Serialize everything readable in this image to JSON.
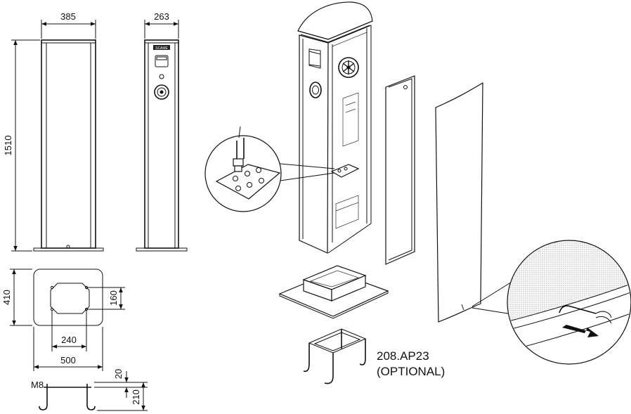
{
  "dimensions": {
    "front_width": "385",
    "side_depth": "263",
    "height": "1510",
    "base_depth": "410",
    "hole_spacing_y": "160",
    "hole_spacing_x": "240",
    "base_width": "500",
    "anchor_top": "20",
    "anchor_depth": "210",
    "anchor_thread": "M8"
  },
  "brand_mark": "SCAME",
  "accessory": {
    "code": "208.AP23",
    "note": "(OPTIONAL)"
  }
}
